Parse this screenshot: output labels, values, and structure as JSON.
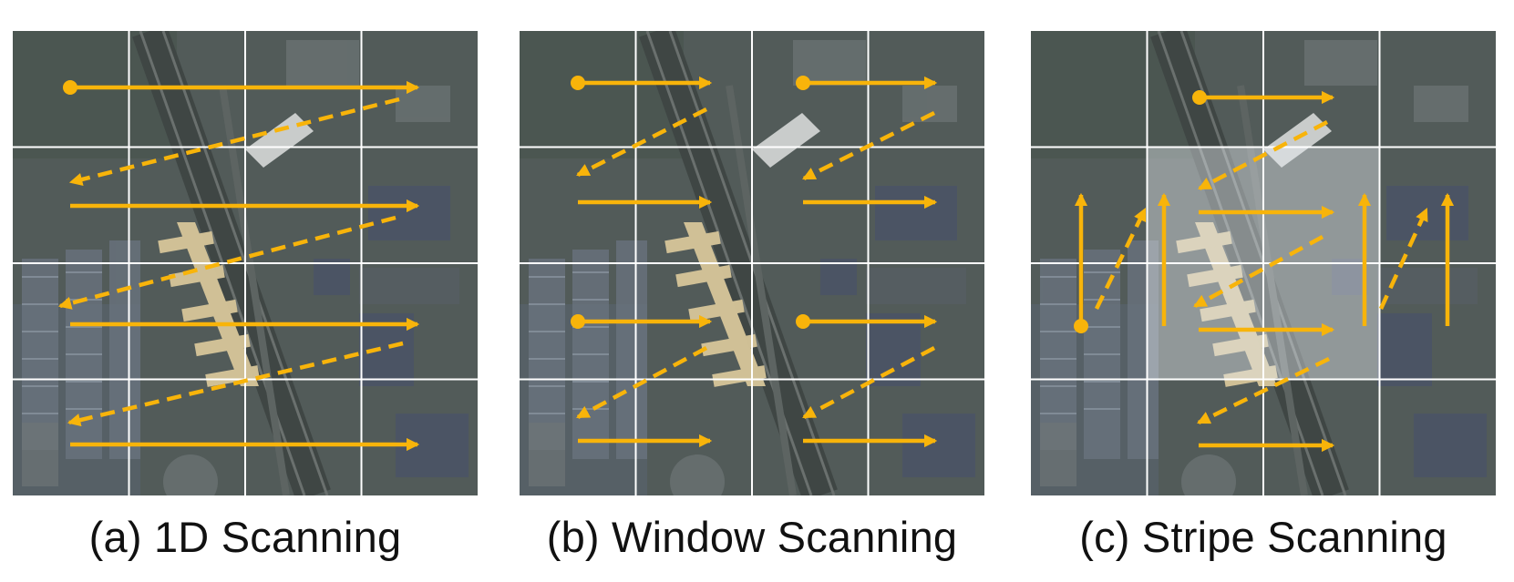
{
  "colors": {
    "arrow": "#F8B40A",
    "grid": "#FFFFFF",
    "map_base": "#4f5856",
    "highlight": "#E9EEF3"
  },
  "panels": [
    {
      "id": "1d",
      "caption": "(a) 1D Scanning"
    },
    {
      "id": "window",
      "caption": "(b) Window Scanning"
    },
    {
      "id": "stripe",
      "caption": "(c) Stripe Scanning"
    }
  ]
}
